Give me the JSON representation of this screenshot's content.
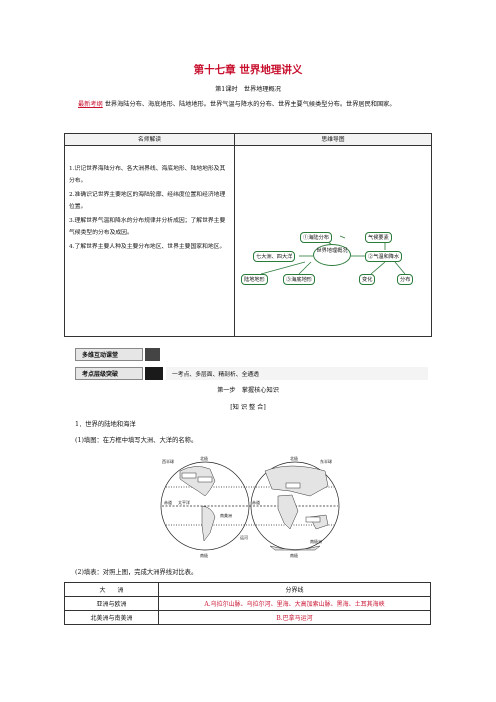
{
  "title": "第十七章 世界地理讲义",
  "subtitle": "第1课时　世界地理概况",
  "kaogang": {
    "label": "最新考纲",
    "text": "世界海陆分布、海底地形、陆地地形。世界气温与降水的分布、世界主要气候类型分布。世界居民和国家。"
  },
  "table": {
    "col1_header": "名师解读",
    "col2_header": "思维导图",
    "items": [
      "1.识记世界海陆分布、各大洲界线、海底地形、陆地地形及其分布。",
      "2.准确识记世界主要地区的海陆轮廓、经纬度位置和经济地理位置。",
      "3.理解世界气温和降水的分布规律并分析成因；了解世界主要气候类型的分布及成因。",
      "4.了解世界主要人种及主要分布地区、世界主要国家和地区。"
    ],
    "mindmap": {
      "center": "世界地理概况",
      "n1": "①海陆分布",
      "n2": "气候要素",
      "n3": "七大洲、四大洋",
      "n4": "②气温和降水",
      "n5": "陆地地形",
      "n6": "③海底地形",
      "n7": "变化",
      "n8": "分布"
    }
  },
  "banner1": "多维互动课堂",
  "banner2": "考点层级突破",
  "banner2_right": "一考点、多层面、精剖析、全通透",
  "step": "第一步　掌握核心知识",
  "zhengh": "[知 识 整 合]",
  "h1": "1．世界的陆地和海洋",
  "h2": "(1)填图：在方框中填写大洲、大洋的名称。",
  "map_labels": {
    "north_pole": "北极",
    "south_pole": "南极",
    "west_hemi": "西半球",
    "east_hemi": "东半球",
    "equator": "赤道",
    "pacific": "太平洋",
    "s_america": "南美洲",
    "canal": "运河",
    "antarctica": "南极洲"
  },
  "h3": "(2)填表：对照上图，完成大洲界线对比表。",
  "table2": {
    "h1": "大　　洲",
    "h2": "分界线",
    "rows": [
      {
        "c1": "亚洲与欧洲",
        "c2": "A.乌拉尔山脉、乌拉尔河、里海、大高加索山脉、黑海、土耳其海峡"
      },
      {
        "c1": "北美洲与南美洲",
        "c2": "B.巴拿马运河"
      }
    ]
  }
}
